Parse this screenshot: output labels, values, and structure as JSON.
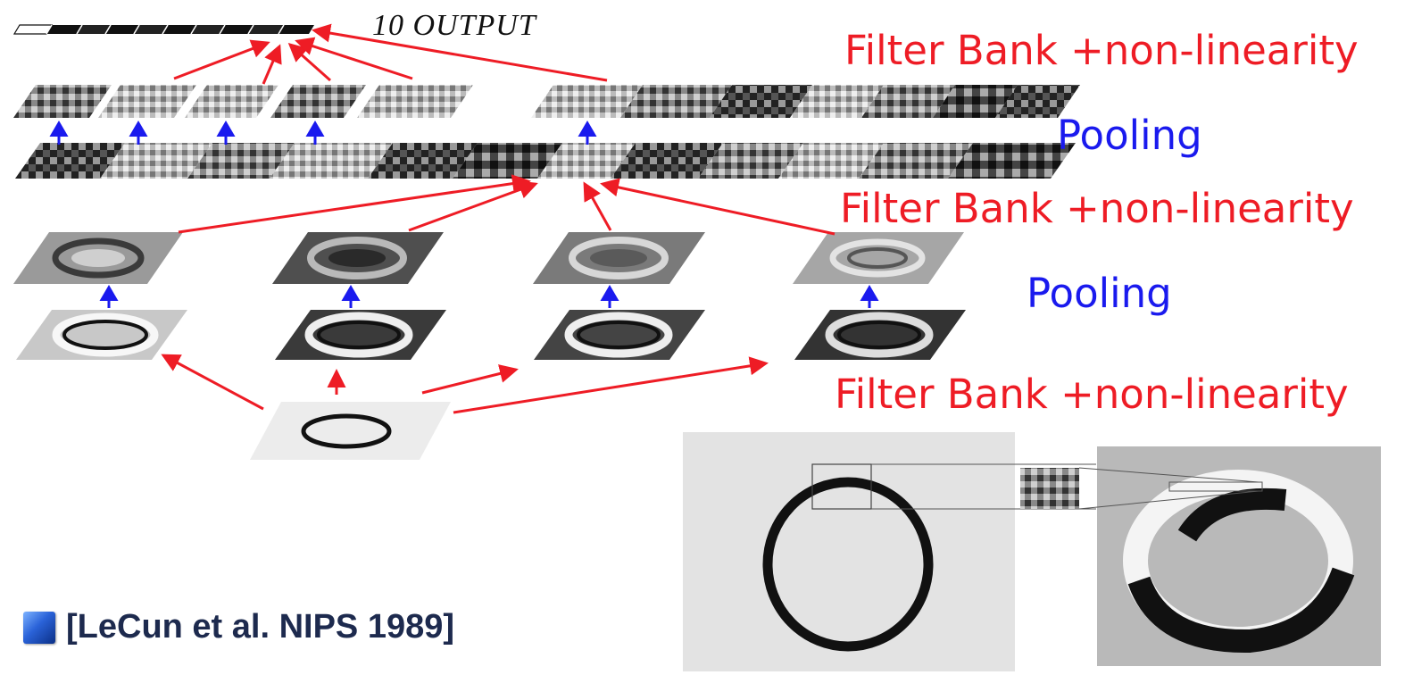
{
  "output_label": "10 OUTPUT",
  "stage_labels": {
    "filter_top": "Filter Bank +non-linearity",
    "pool_top": "Pooling",
    "filter_middle": "Filter Bank +non-linearity",
    "pool_bottom": "Pooling",
    "filter_bottom": "Filter Bank +non-linearity"
  },
  "citation": "[LeCun et al. NIPS 1989]",
  "colors": {
    "filter_arrow": "#ee1c25",
    "pool_arrow": "#1a1aee",
    "citation_text": "#1d2a4e",
    "bullet": "#2a62d8"
  },
  "icons": {
    "citation_bullet": "blue-square-bullet-icon"
  },
  "network": {
    "output_units": 10,
    "layer1_maps": 4,
    "layer2_maps": 4,
    "layer3_maps": 12,
    "layer4_maps": 12
  }
}
